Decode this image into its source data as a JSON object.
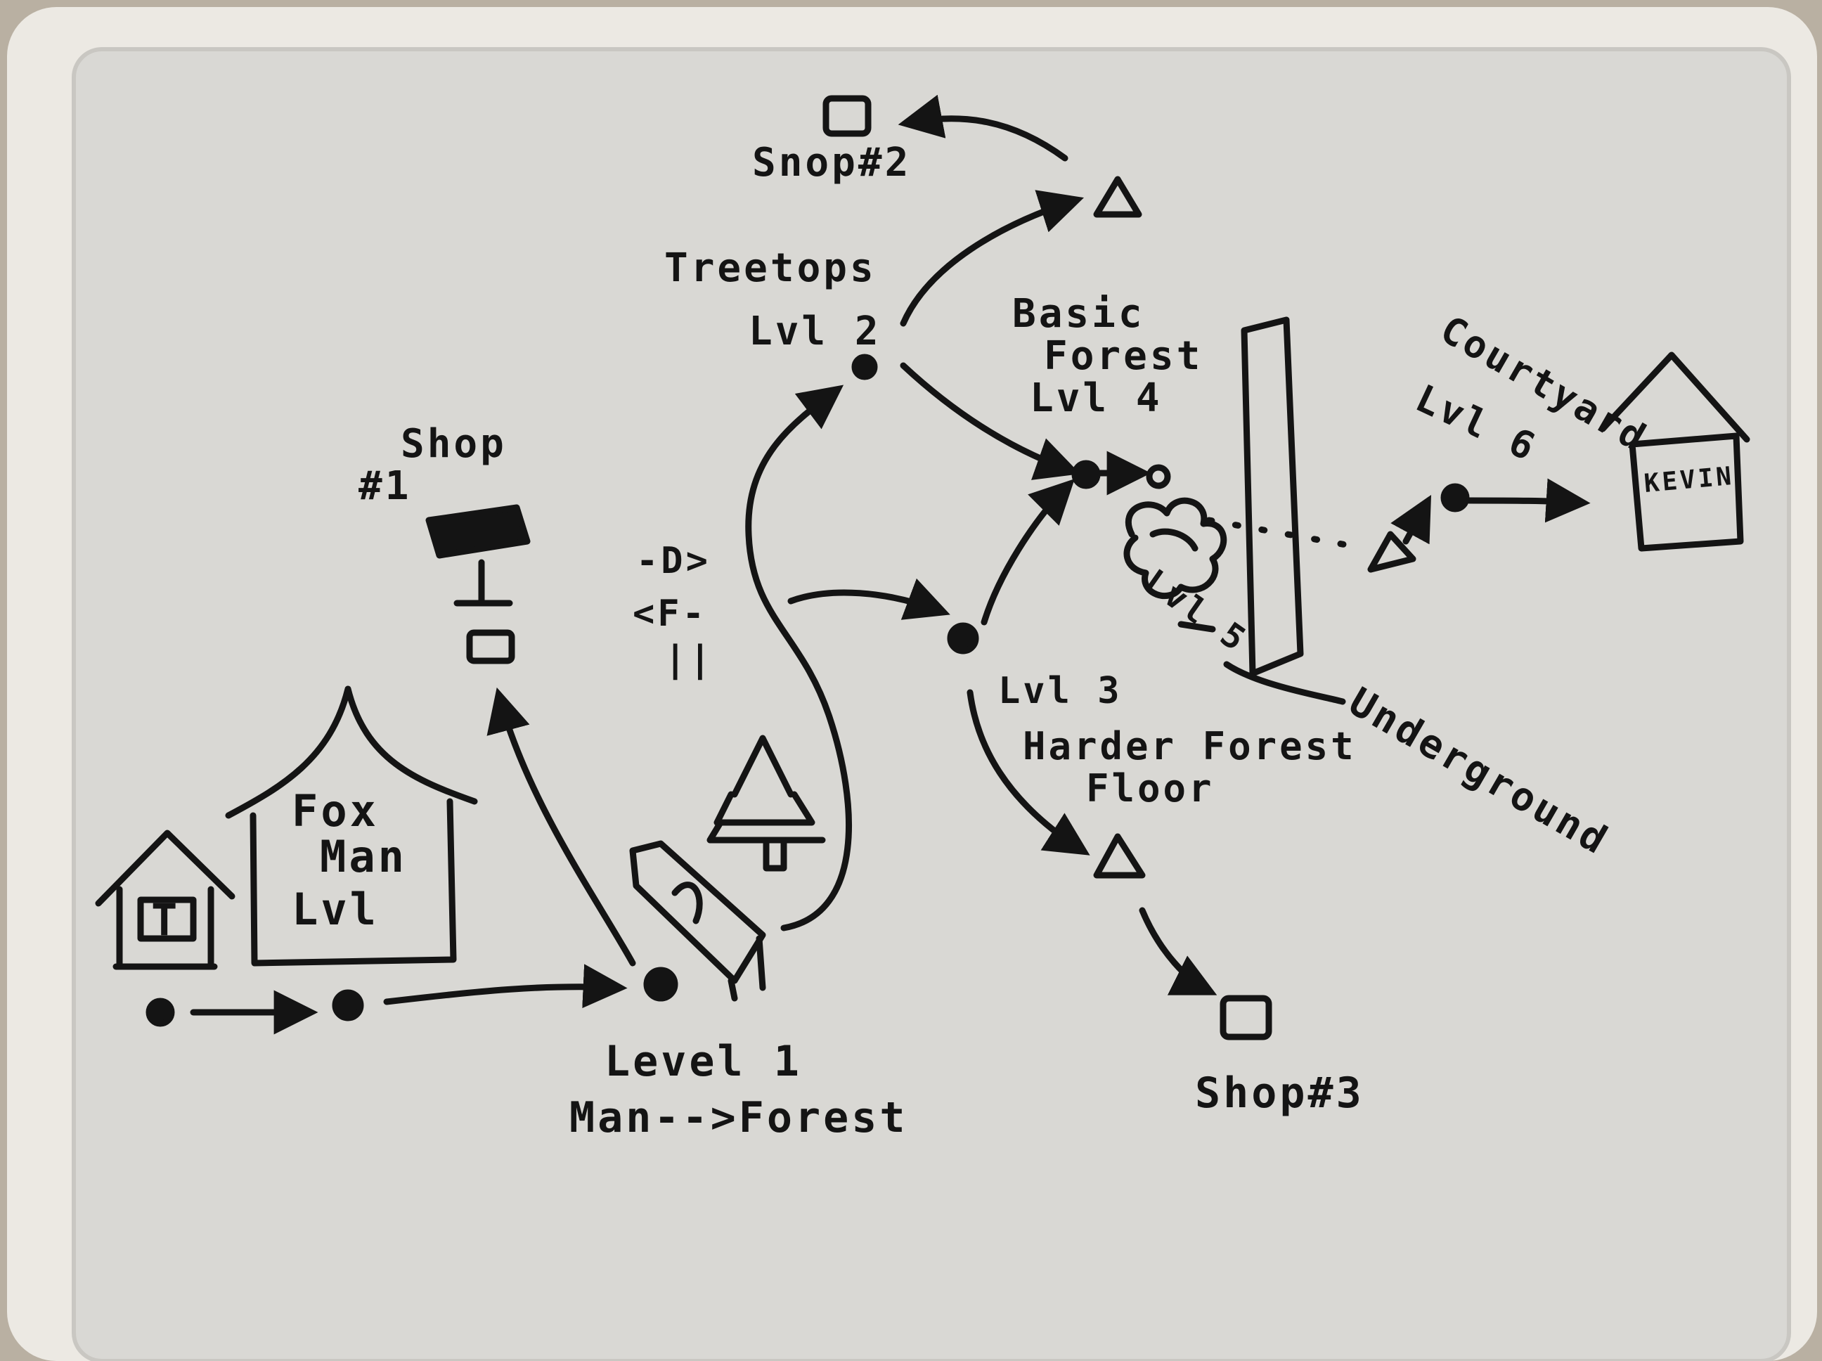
{
  "whiteboard": {
    "colors": {
      "frame": "#ece9e3",
      "board": "#d9d8d4",
      "marker": "#141414",
      "backdrop": "#b9b0a2"
    },
    "labels": {
      "shop2": "Snop#2",
      "treetops": "Treetops",
      "treetops_level": "Lvl 2",
      "basic_forest_1": "Basic",
      "basic_forest_2": "Forest",
      "basic_forest_level": "Lvl 4",
      "courtyard": "Courtyard",
      "level6": "Lvl 6",
      "kevin": "KEVIN",
      "shop1_a": "Shop",
      "shop1_b": "#1",
      "fox_man_1": "Fox",
      "fox_man_2": "Man",
      "fox_man_level": "Lvl",
      "house_letter": "T",
      "side_d": "-D>",
      "side_f": "<F-",
      "side_eq": "||",
      "level5": "Lvl 5",
      "level3": "Lvl 3",
      "harder_forest_1": "Harder Forest",
      "harder_forest_2": "Floor",
      "underground": "Underground",
      "level1_a": "Level 1",
      "level1_b": "Man-->Forest",
      "shop3": "Shop#3"
    }
  }
}
